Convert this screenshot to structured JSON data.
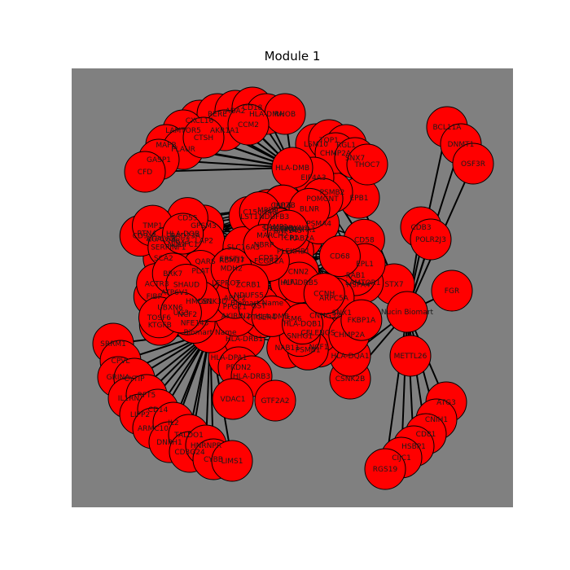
{
  "figure": {
    "title": "Module 1",
    "background_color": "#808080",
    "node_color": "#ff0000",
    "node_edge_color": "#000000",
    "edge_color": "#000000"
  },
  "graph": {
    "hub_groups": [
      {
        "hub": "Biomart Name",
        "nodes": [
          "SRRM1",
          "CPVL",
          "GRINA",
          "CYTIP",
          "IL1RN",
          "RFT5",
          "LIPP2",
          "CD14",
          "ARMC10",
          "IL2",
          "DNPH1",
          "TALDO1",
          "CD3G24",
          "HNRNPR",
          "CYBB",
          "LIMS1",
          "HLA-DPA1",
          "HLA-DRB1",
          "PRDN2",
          "HLA-DRB3",
          "VDAC1",
          "GTF2A2"
        ]
      },
      {
        "hub": "Nucin Biomart",
        "nodes": [
          "BCL11A",
          "DNMT1",
          "OSF3R",
          "CDB3",
          "POLR2J3",
          "FGR",
          "STX7",
          "METTL26",
          "ATG3",
          "CNIH1",
          "CD81",
          "HSBP1",
          "CIJC1",
          "RGS19",
          "CSNK2B",
          "EPB1",
          "PSMB2",
          "HLA-DQA1"
        ]
      },
      {
        "hub": "HLA-DMB",
        "nodes": [
          "CXCL16",
          "RERE",
          "ADA2",
          "CD18",
          "HLA-DMA",
          "RHOB",
          "LAMTOR5",
          "MAFB",
          "AKR1A1",
          "CCM2",
          "PLAUR",
          "CTSH",
          "GASP1",
          "CFD",
          "LSM10",
          "TOP1",
          "RGL1",
          "CHMP2A",
          "SNX7",
          "THOC7",
          "EIF4A3"
        ]
      }
    ],
    "cluster_nodes": [
      "LGALS3",
      "LST1",
      "NDUFB3",
      "NFE145",
      "IFI16",
      "HNRNPA1",
      "PBX3",
      "CD53",
      "NCF1",
      "GPSM3",
      "SNX1",
      "UBXN1",
      "UBXN6",
      "CD58",
      "Biomart Name",
      "NDUFC1",
      "CNHG32",
      "PTGER4",
      "QARS",
      "RAB2A",
      "PPG21",
      "RAD23A",
      "RBM17",
      "PLEKHB1",
      "SCA2",
      "PET100",
      "TCP1",
      "FIBP",
      "AKIRIN2",
      "AIF1",
      "ATP6V1",
      "CNN2",
      "LSM6",
      "ACTR3",
      "PSMA4",
      "EPSTI1",
      "RTN4",
      "HSPA4",
      "NDUFS5",
      "ATP6V0C",
      "LEPROT",
      "CELENOS",
      "LAP2",
      "LAMTOR1",
      "MARCH2",
      "CD55",
      "NAB11",
      "RAB1",
      "NCF2",
      "MPD9",
      "SLC16A3",
      "CSNK3D",
      "ARPC5A",
      "APLP2",
      "KTGFB",
      "PSMB1",
      "GST",
      "PLAT",
      "CAPZB",
      "POMGNT",
      "CD9",
      "HLA-DRB5",
      "SNHG1",
      "TMP1",
      "LAMP1",
      "C15orf48",
      "SERPINF1",
      "FCGR2A",
      "SLC11A1",
      "TOSF6",
      "HLA-DMB",
      "HLA-DQB1",
      "HMGB1",
      "EPL1",
      "MDH2",
      "HLA-DQB",
      "ZCRB1",
      "CHMP2A",
      "BRK7",
      "NBRP",
      "CCNH",
      "SHAUD",
      "BLNR",
      "RNF145",
      "UG3",
      "CD68",
      "FKBP1A"
    ]
  }
}
